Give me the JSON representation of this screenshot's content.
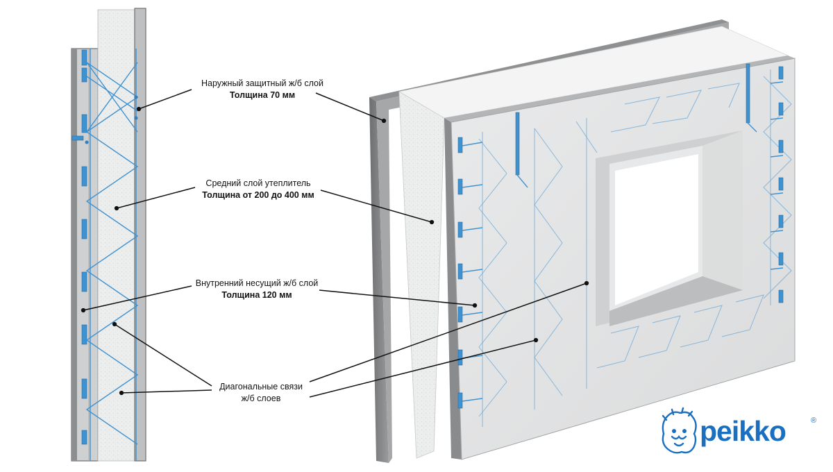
{
  "labels": {
    "outer_layer": {
      "line1": "Наружный защитный ж/б слой",
      "line2": "Толщина 70 мм"
    },
    "middle_layer": {
      "line1": "Средний слой утеплитель",
      "line2": "Толщина от 200 до 400 мм"
    },
    "inner_layer": {
      "line1": "Внутренний несущий ж/б слой",
      "line2": "Толщина 120 мм"
    },
    "diagonal_ties": {
      "line1": "Диагональные связи",
      "line2": "ж/б слоев"
    }
  },
  "logo": {
    "text": "peikko",
    "mark": "®"
  },
  "colors": {
    "concrete_face": "#d9dadb",
    "concrete_edge": "#7d7e80",
    "insulation": "#f1f2f3",
    "connector_blue": "#3f92d0",
    "leader_line": "#111111",
    "brand": "#1b6fc1"
  },
  "icons": {
    "logo_mark": "mascot-head-icon"
  }
}
